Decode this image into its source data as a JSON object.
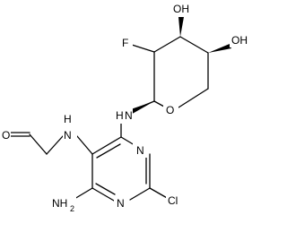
{
  "molecule": {
    "atoms": {
      "o_aldehyde": "O",
      "n_amide": "N",
      "h_amide": "H",
      "n_amine": "N",
      "h_amine": "H",
      "o_ring": "O",
      "f": "F",
      "oh_top": "OH",
      "oh_right": "OH",
      "nh2": "NH",
      "nh2_sub": "2",
      "n_pyr_upper": "N",
      "n_pyr_lower": "N",
      "cl": "Cl"
    }
  }
}
